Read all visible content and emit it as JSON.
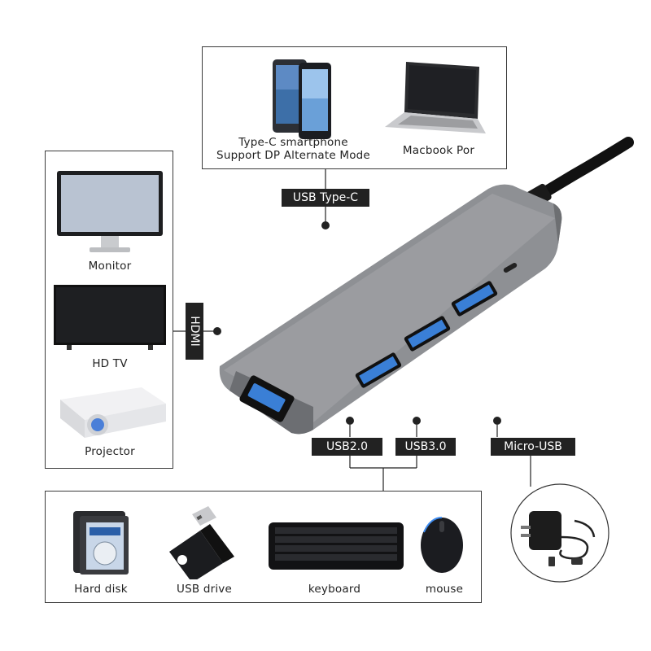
{
  "top_box": {
    "smartphone_label_line1": "Type-C smartphone",
    "smartphone_label_line2": "Support DP Alternate Mode",
    "macbook_label": "Macbook Por"
  },
  "left_box": {
    "monitor_label": "Monitor",
    "hdtv_label": "HD TV",
    "projector_label": "Projector"
  },
  "bottom_box": {
    "hard_disk_label": "Hard disk",
    "usb_drive_label": "USB drive",
    "keyboard_label": "keyboard",
    "mouse_label": "mouse"
  },
  "tags": {
    "usb_type_c": "USB Type-C",
    "hdmi": "HDMI",
    "usb2": "USB2.0",
    "usb3": "USB3.0",
    "micro_usb": "Micro-USB"
  },
  "colors": {
    "hub_body": "#8a8c90",
    "port_blue": "#3a7fd6",
    "tag_bg": "#222222"
  }
}
